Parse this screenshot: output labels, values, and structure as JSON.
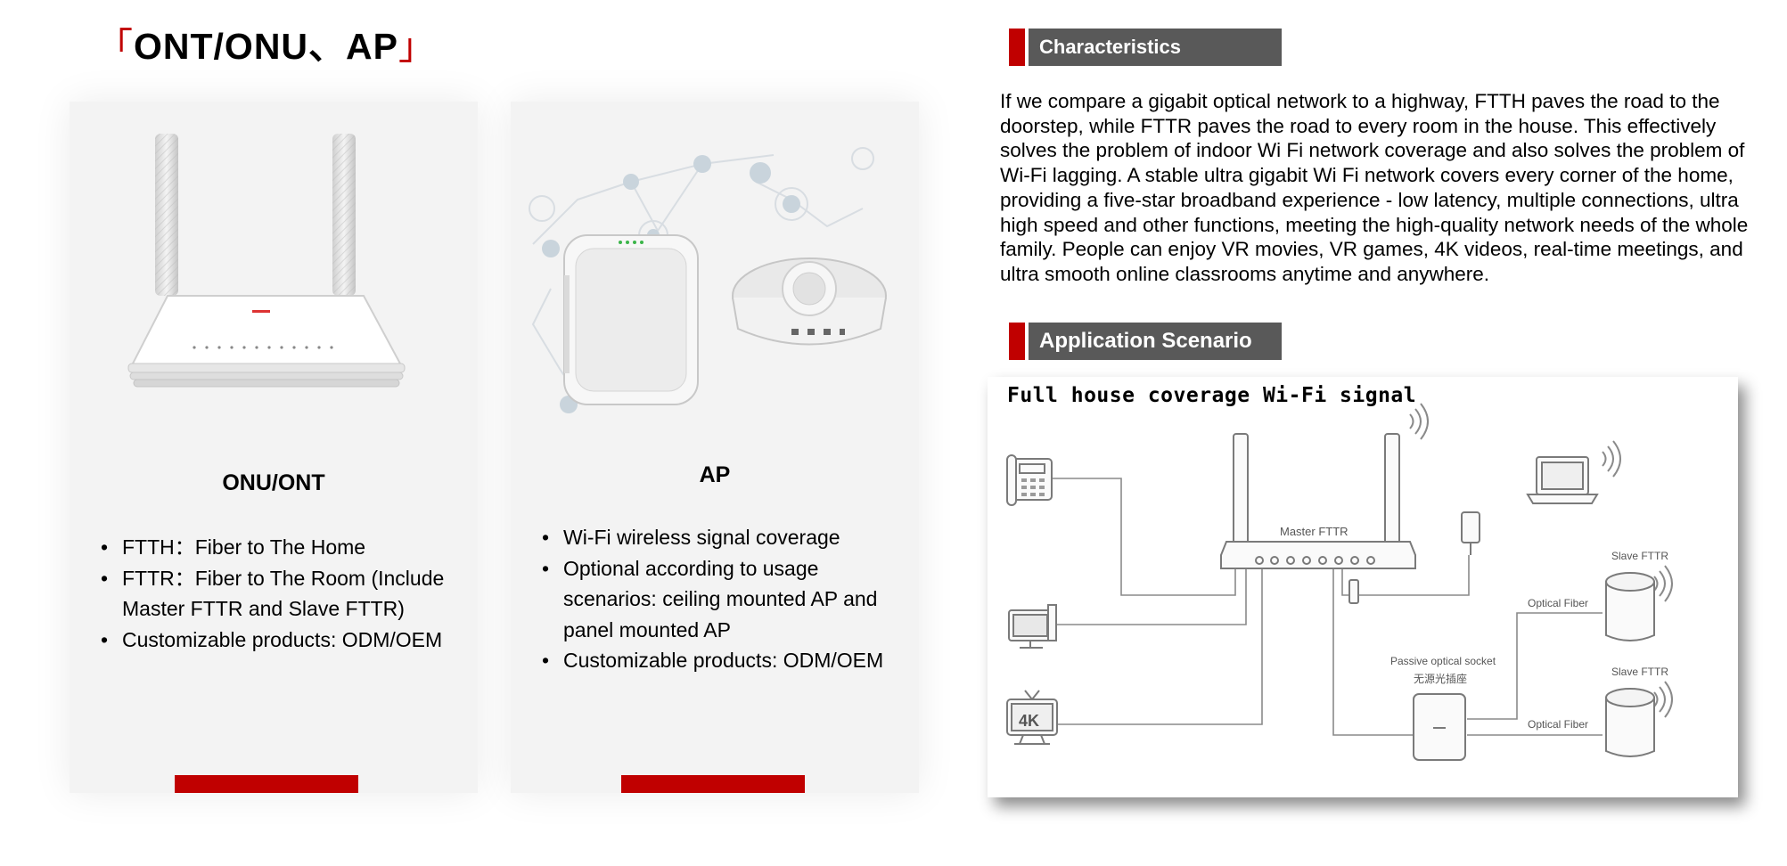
{
  "header": {
    "bracket_open": "「",
    "title": "ONT/ONU、AP",
    "bracket_close": "」"
  },
  "products": [
    {
      "name": "ONU/ONT",
      "features": [
        "FTTH：Fiber to The Home",
        "FTTR：Fiber to The Room (Include Master FTTR and Slave FTTR)",
        "Customizable products: ODM/OEM"
      ]
    },
    {
      "name": "AP",
      "features": [
        "Wi-Fi wireless signal coverage",
        "Optional according to usage scenarios: ceiling mounted AP and panel mounted AP",
        "Customizable products: ODM/OEM"
      ]
    }
  ],
  "characteristics": {
    "heading": "Characteristics",
    "text": "If we compare a gigabit optical network to a highway, FTTH paves the road to the doorstep, while FTTR paves the road to every room in the house. This effectively solves the problem of indoor Wi Fi network coverage and also solves the problem of Wi-Fi lagging. A stable ultra gigabit Wi Fi network covers every corner of the home, providing a five-star broadband experience - low latency, multiple connections, ultra high speed and other functions, meeting the high-quality network needs of the whole family. People can enjoy VR movies, VR games, 4K videos, real-time meetings, and ultra smooth online classrooms anytime and anywhere."
  },
  "application": {
    "heading": "Application Scenario",
    "diagram": {
      "title": "Full house coverage Wi-Fi signal",
      "master_label": "Master FTTR",
      "slave_label_1": "Slave FTTR",
      "slave_label_2": "Slave FTTR",
      "fiber_label_1": "Optical Fiber",
      "fiber_label_2": "Optical Fiber",
      "socket_label": "Passive optical socket",
      "socket_label_cn": "无源光插座",
      "tv_label": "4K"
    }
  }
}
